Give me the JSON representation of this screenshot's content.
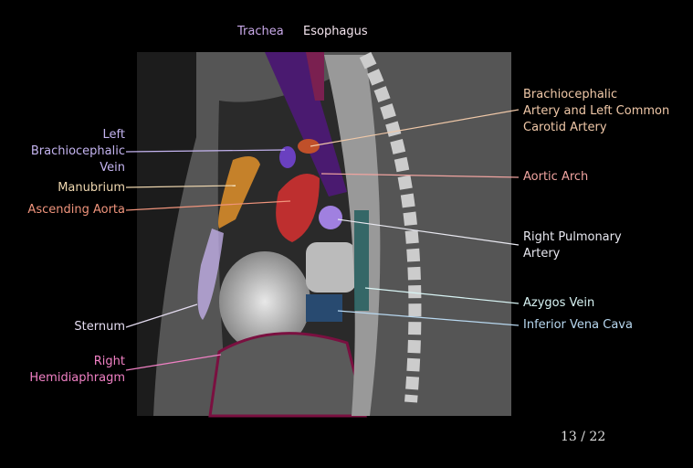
{
  "slide": {
    "current": 13,
    "total": 22,
    "counter_text": "13 / 22"
  },
  "labels": {
    "trachea": {
      "text": "Trachea",
      "color": "#c8a8e8"
    },
    "esophagus": {
      "text": "Esophagus",
      "color": "#f4e4ee"
    },
    "brachiocephalic_artery": {
      "lines": [
        "Brachiocephalic",
        "Artery and Left Common",
        "Carotid Artery"
      ],
      "color": "#f0c8a8"
    },
    "aortic_arch": {
      "text": "Aortic Arch",
      "color": "#f0a4a0"
    },
    "right_pulmonary_artery": {
      "lines": [
        "Right Pulmonary",
        "Artery"
      ],
      "color": "#e8e8f0"
    },
    "azygos_vein": {
      "text": "Azygos Vein",
      "color": "#d8f4f4"
    },
    "inferior_vena_cava": {
      "text": "Inferior Vena Cava",
      "color": "#b8d8f0"
    },
    "left_brachiocephalic_vein": {
      "lines": [
        "Left",
        "Brachiocephalic",
        "Vein"
      ],
      "color": "#c4b4f0"
    },
    "manubrium": {
      "text": "Manubrium",
      "color": "#f0d8b0"
    },
    "ascending_aorta": {
      "text": "Ascending Aorta",
      "color": "#f0947c"
    },
    "sternum": {
      "text": "Sternum",
      "color": "#e4dcf0"
    },
    "right_hemidiaphragm": {
      "lines": [
        "Right",
        "Hemidiaphragm"
      ],
      "color": "#f080c4"
    }
  }
}
